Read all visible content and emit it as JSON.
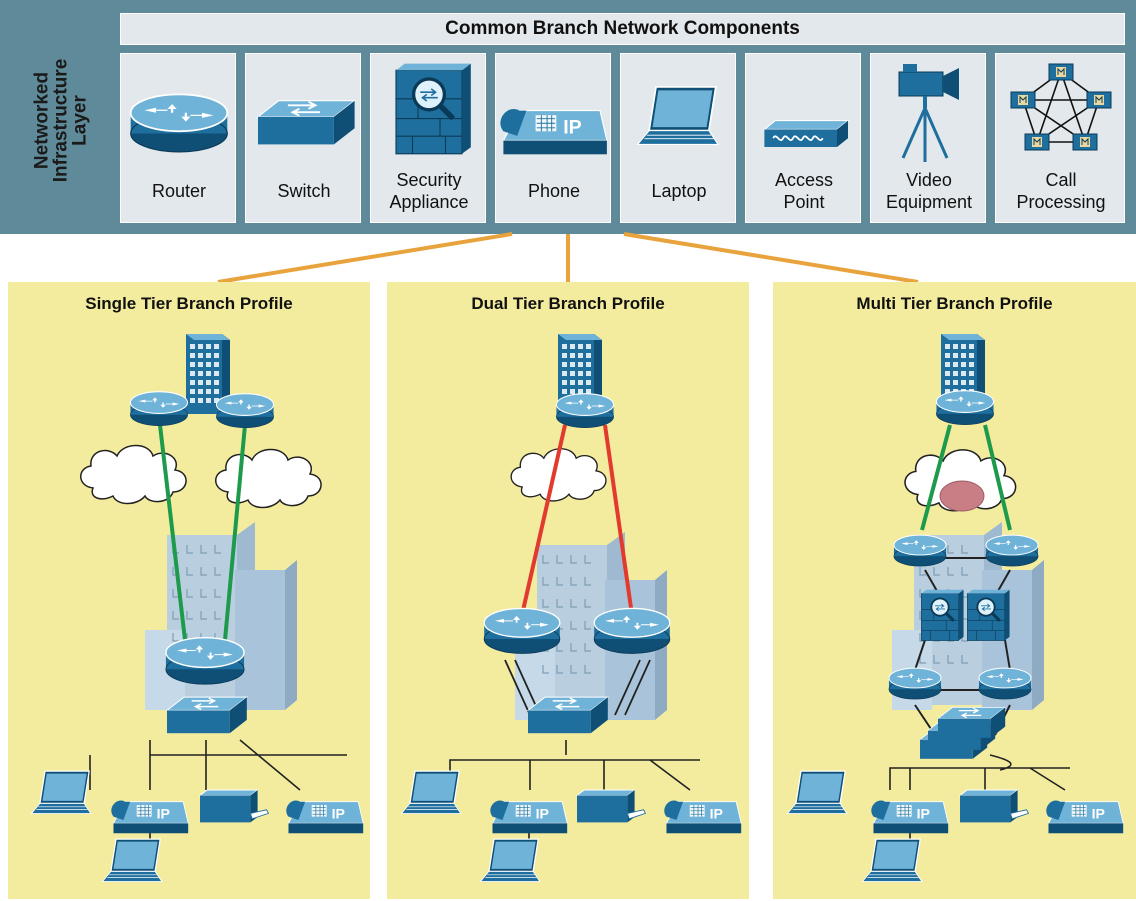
{
  "header": {
    "layer_label": "Networked\nInfrastructure\nLayer",
    "title": "Common Branch Network Components"
  },
  "components": [
    {
      "label": "Router",
      "icon": "router-icon"
    },
    {
      "label": "Switch",
      "icon": "switch-icon"
    },
    {
      "label": "Security\nAppliance",
      "icon": "security-appliance-icon"
    },
    {
      "label": "Phone",
      "icon": "ip-phone-icon"
    },
    {
      "label": "Laptop",
      "icon": "laptop-icon"
    },
    {
      "label": "Access\nPoint",
      "icon": "access-point-icon"
    },
    {
      "label": "Video\nEquipment",
      "icon": "video-camera-icon"
    },
    {
      "label": "Call\nProcessing",
      "icon": "call-processing-icon"
    }
  ],
  "profiles": [
    {
      "title": "Single Tier Branch Profile"
    },
    {
      "title": "Dual Tier Branch Profile"
    },
    {
      "title": "Multi Tier Branch Profile"
    }
  ],
  "icon_text": {
    "phone": "IP"
  },
  "colors": {
    "band": "#5f8a99",
    "tile": "#e2e8ec",
    "panel": "#f3ec9f",
    "connector": "#e8a33d",
    "device": "#1f6f9e",
    "wan_green": "#1d9a4b",
    "wan_red": "#e23a2e",
    "building": "#b9cfe0",
    "cloud_core": "#c97e86"
  }
}
